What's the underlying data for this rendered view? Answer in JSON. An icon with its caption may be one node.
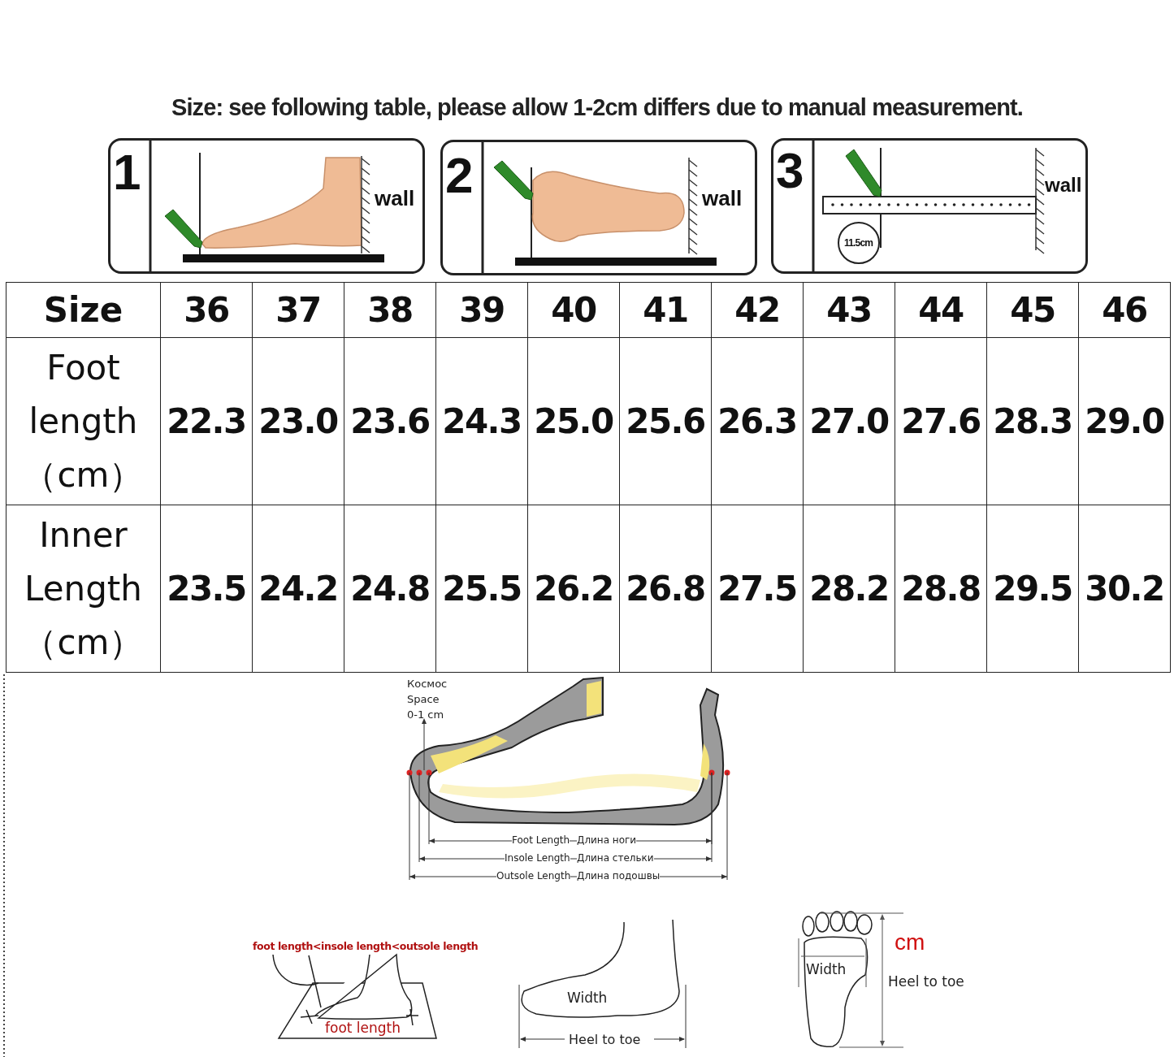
{
  "diagram": {
    "title": "Size: see following table, please allow 1-2cm differs due to manual measurement.",
    "nodes": [
      {
        "text": [
          "1",
          "wall"
        ]
      },
      {
        "text": [
          "2",
          "wall"
        ]
      },
      {
        "text": [
          "3",
          "wall",
          "11.5cm"
        ]
      }
    ],
    "edges": [],
    "labels": [
      "Size",
      "36",
      "37",
      "38",
      "39",
      "40",
      "41",
      "42",
      "43",
      "44",
      "45",
      "46",
      "Foot length（cm）",
      "22.3",
      "23.0",
      "23.6",
      "24.3",
      "25.0",
      "25.6",
      "26.3",
      "27.0",
      "27.6",
      "28.3",
      "29.0",
      "Inner Length（cm）",
      "23.5",
      "24.2",
      "24.8",
      "25.5",
      "26.2",
      "26.8",
      "27.5",
      "28.2",
      "28.8",
      "29.5",
      "30.2",
      "Космос Space 0-1 cm",
      "Foot Length",
      "Длина ноги",
      "Insole Length",
      "Длина стельки",
      "Outsole Length",
      "Длина подошвы",
      "foot length<insole length<outsole length",
      "foot length",
      "Width",
      "Heel to toe",
      "Width",
      "cm",
      "Heel to toe"
    ]
  }
}
